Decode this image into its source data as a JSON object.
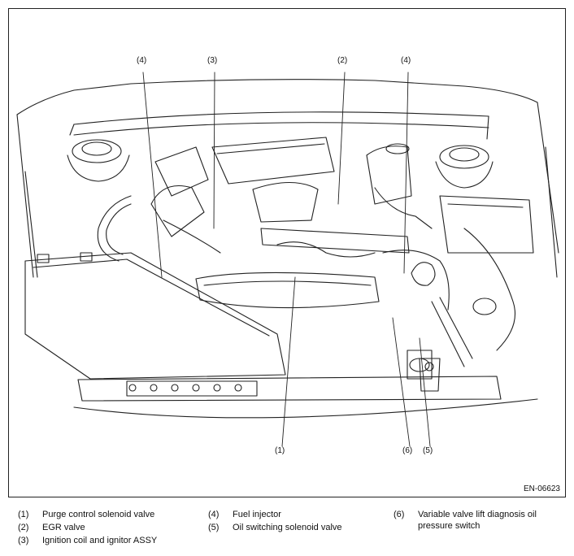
{
  "figure_id": "EN-06623",
  "callouts": [
    "(4)",
    "(3)",
    "(2)",
    "(4)",
    "(1)",
    "(6)",
    "(5)"
  ],
  "legend": [
    {
      "num": "(1)",
      "text": "Purge control solenoid valve"
    },
    {
      "num": "(2)",
      "text": "EGR valve"
    },
    {
      "num": "(3)",
      "text": "Ignition coil and ignitor ASSY"
    },
    {
      "num": "(4)",
      "text": "Fuel injector"
    },
    {
      "num": "(5)",
      "text": "Oil switching solenoid valve"
    },
    {
      "num": "(6)",
      "text": "Variable valve lift diagnosis oil pressure switch"
    }
  ]
}
